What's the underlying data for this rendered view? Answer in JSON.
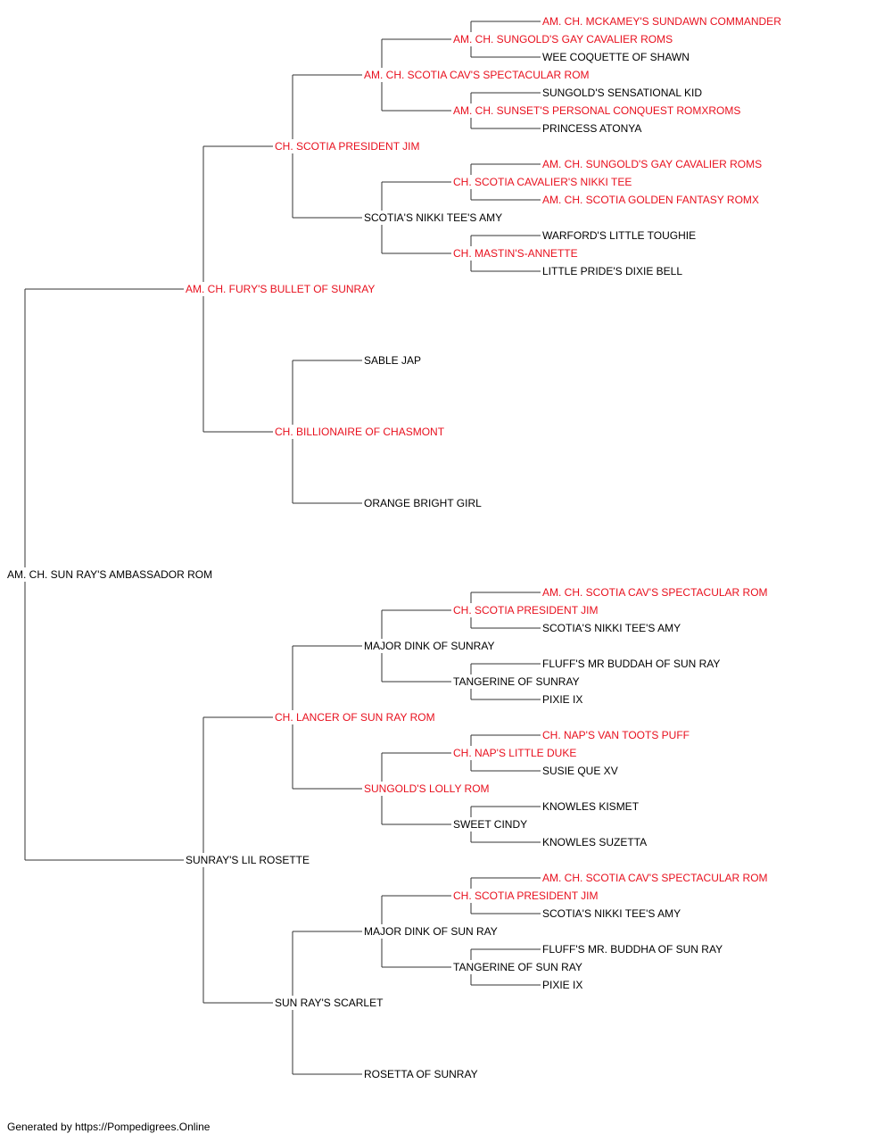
{
  "colors": {
    "champion": "#e8101e",
    "normal": "#000000",
    "line": "#333333"
  },
  "root": {
    "name": "AM. CH. SUN RAY'S AMBASSADOR ROM",
    "ch": false,
    "sire": {
      "name": "AM. CH. FURY'S BULLET OF SUNRAY",
      "ch": true,
      "sire": {
        "name": "CH. SCOTIA PRESIDENT JIM",
        "ch": true,
        "sire": {
          "name": "AM. CH. SCOTIA CAV'S SPECTACULAR ROM",
          "ch": true,
          "sire": {
            "name": "AM. CH. SUNGOLD'S GAY CAVALIER ROMS",
            "ch": true,
            "sire": {
              "name": "AM. CH. MCKAMEY'S SUNDAWN COMMANDER",
              "ch": true
            },
            "dam": {
              "name": "WEE COQUETTE OF SHAWN",
              "ch": false
            }
          },
          "dam": {
            "name": "AM. CH. SUNSET'S PERSONAL CONQUEST ROMXROMS",
            "ch": true,
            "sire": {
              "name": "SUNGOLD'S SENSATIONAL KID",
              "ch": false
            },
            "dam": {
              "name": "PRINCESS ATONYA",
              "ch": false
            }
          }
        },
        "dam": {
          "name": "SCOTIA'S NIKKI TEE'S AMY",
          "ch": false,
          "sire": {
            "name": "CH. SCOTIA CAVALIER'S NIKKI TEE",
            "ch": true,
            "sire": {
              "name": "AM. CH. SUNGOLD'S GAY CAVALIER ROMS",
              "ch": true
            },
            "dam": {
              "name": "AM. CH. SCOTIA GOLDEN FANTASY ROMX",
              "ch": true
            }
          },
          "dam": {
            "name": "CH. MASTIN'S-ANNETTE",
            "ch": true,
            "sire": {
              "name": "WARFORD'S LITTLE TOUGHIE",
              "ch": false
            },
            "dam": {
              "name": "LITTLE PRIDE'S DIXIE BELL",
              "ch": false
            }
          }
        }
      },
      "dam": {
        "name": "CH. BILLIONAIRE OF CHASMONT",
        "ch": true,
        "sire": {
          "name": "SABLE JAP",
          "ch": false
        },
        "dam": {
          "name": "ORANGE BRIGHT GIRL",
          "ch": false
        }
      }
    },
    "dam": {
      "name": "SUNRAY'S LIL ROSETTE",
      "ch": false,
      "sire": {
        "name": "CH. LANCER OF SUN RAY ROM",
        "ch": true,
        "sire": {
          "name": "MAJOR DINK OF SUNRAY",
          "ch": false,
          "sire": {
            "name": "CH. SCOTIA PRESIDENT JIM",
            "ch": true,
            "sire": {
              "name": "AM. CH. SCOTIA CAV'S SPECTACULAR ROM",
              "ch": true
            },
            "dam": {
              "name": "SCOTIA'S NIKKI TEE'S AMY",
              "ch": false
            }
          },
          "dam": {
            "name": "TANGERINE OF SUNRAY",
            "ch": false,
            "sire": {
              "name": "FLUFF'S MR BUDDAH OF SUN RAY",
              "ch": false
            },
            "dam": {
              "name": "PIXIE IX",
              "ch": false
            }
          }
        },
        "dam": {
          "name": "SUNGOLD'S LOLLY ROM",
          "ch": true,
          "sire": {
            "name": "CH. NAP'S LITTLE DUKE",
            "ch": true,
            "sire": {
              "name": "CH. NAP'S VAN TOOTS PUFF",
              "ch": true
            },
            "dam": {
              "name": "SUSIE QUE XV",
              "ch": false
            }
          },
          "dam": {
            "name": "SWEET CINDY",
            "ch": false,
            "sire": {
              "name": "KNOWLES KISMET",
              "ch": false
            },
            "dam": {
              "name": "KNOWLES SUZETTA",
              "ch": false
            }
          }
        }
      },
      "dam": {
        "name": "SUN RAY'S SCARLET",
        "ch": false,
        "sire": {
          "name": "MAJOR DINK OF SUN RAY",
          "ch": false,
          "sire": {
            "name": "CH. SCOTIA PRESIDENT JIM",
            "ch": true,
            "sire": {
              "name": "AM. CH. SCOTIA CAV'S SPECTACULAR ROM",
              "ch": true
            },
            "dam": {
              "name": "SCOTIA'S NIKKI TEE'S AMY",
              "ch": false
            }
          },
          "dam": {
            "name": "TANGERINE OF SUN RAY",
            "ch": false,
            "sire": {
              "name": "FLUFF'S MR. BUDDHA OF SUN RAY",
              "ch": false
            },
            "dam": {
              "name": "PIXIE IX",
              "ch": false
            }
          }
        },
        "dam": {
          "name": "ROSETTA OF SUNRAY",
          "ch": false
        }
      }
    }
  },
  "footer": "Generated by https://Pompedigrees.Online"
}
